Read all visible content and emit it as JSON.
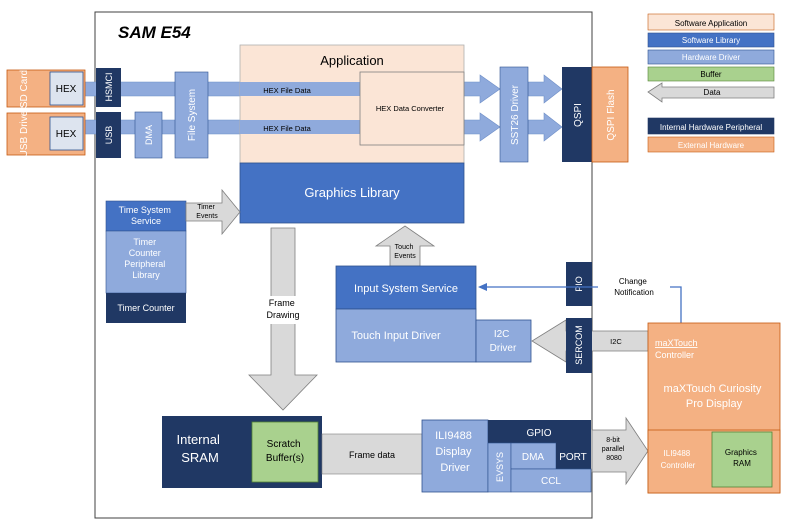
{
  "title": "SAM E54",
  "colors": {
    "software_application": "#fbe5d6",
    "software_library": "#4472c4",
    "hardware_driver": "#8faadc",
    "buffer": "#a9d18e",
    "data_arrow": "#d9d9d9",
    "internal_peripheral": "#203864",
    "external_hardware": "#f4b183"
  },
  "legend": {
    "software_application": "Software Application",
    "software_library": "Software Library",
    "hardware_driver": "Hardware Driver",
    "buffer": "Buffer",
    "data": "Data",
    "internal_peripheral": "Internal Hardware Peripheral",
    "external_hardware": "External Hardware"
  },
  "external": {
    "sd_card": "SD Card",
    "usb_drive": "USB Drive",
    "hex": "HEX",
    "qspi_flash": "QSPI Flash",
    "display_title": "maXTouch Curiosity Pro Display",
    "maxtouch_controller": "maXTouch Controller",
    "ili9488_controller": "ILI9488 Controller",
    "graphics_ram": "Graphics RAM"
  },
  "blocks": {
    "hex_left": "HEX",
    "hsmci": "HSMCI",
    "usb": "USB",
    "dma": "DMA",
    "file_system": "File System",
    "application": "Application",
    "hex_converter": "HEX Data Converter",
    "sst26_driver": "SST26 Driver",
    "qspi": "QSPI",
    "graphics_library": "Graphics Library",
    "time_system_service": "Time System Service",
    "timer_counter_lib": "Timer Counter Peripheral Library",
    "timer_counter": "Timer Counter",
    "input_system_service": "Input System Service",
    "touch_input_driver": "Touch Input Driver",
    "i2c_driver": "I2C Driver",
    "pio": "PIO",
    "sercom": "SERCOM",
    "internal_sram": "Internal SRAM",
    "scratch_buffer": "Scratch Buffer(s)",
    "ili9488_driver": "ILI9488 Display Driver",
    "gpio": "GPIO",
    "evsys": "EVSYS",
    "dma_bottom": "DMA",
    "port": "PORT",
    "ccl": "CCL"
  },
  "labels": {
    "hex_file_data_1": "HEX File Data",
    "hex_file_data_2": "HEX File Data",
    "timer_events": "Timer Events",
    "touch_events": "Touch Events",
    "frame_drawing": "Frame Drawing",
    "frame_data": "Frame data",
    "change_notification": "Change Notification",
    "i2c": "I2C",
    "parallel_8080": "8-bit parallel 8080"
  }
}
